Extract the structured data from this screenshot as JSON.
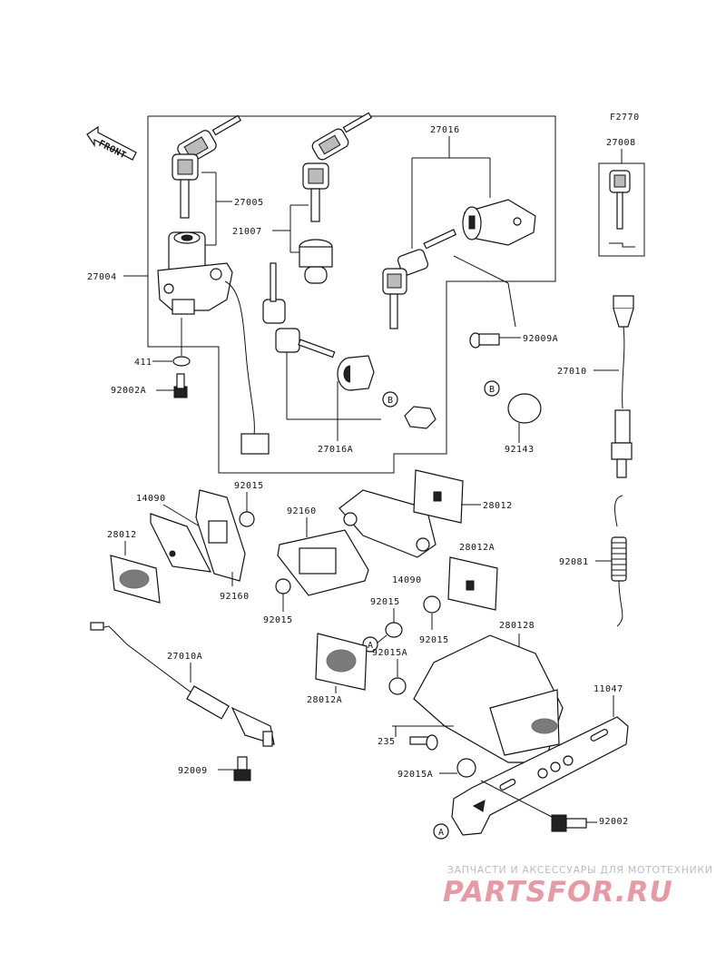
{
  "figure_code": "F2770",
  "front_label": "FRONT",
  "labels": {
    "p27016_top": "27016",
    "p27008": "27008",
    "p27005": "27005",
    "p21007": "21007",
    "p27004": "27004",
    "p411": "411",
    "p92002A": "92002A",
    "p92009A": "92009A",
    "p27010": "27010",
    "p92143": "92143",
    "p27016A": "27016A",
    "p92015_a": "92015",
    "p14090_left": "14090",
    "p92160_top": "92160",
    "p28012_right": "28012",
    "p28012_left": "28012",
    "p92160_left": "92160",
    "p14090_mid": "14090",
    "p28012A_right": "28012A",
    "p92081": "92081",
    "p92015_b": "92015",
    "p92015_c": "92015",
    "p92015_d": "92015",
    "p92015A_a": "92015A",
    "p280128": "280128",
    "p11047": "11047",
    "p27010A": "27010A",
    "p28012A_left": "28012A",
    "p235": "235",
    "p92009": "92009",
    "p92015A_b": "92015A",
    "p92002": "92002"
  },
  "markers": {
    "a1": "A",
    "a2": "A",
    "b1": "B",
    "b2": "B"
  },
  "watermark": {
    "caption": "ЗАПЧАСТИ И АКСЕССУАРЫ ДЛЯ МОТОТЕХНИКИ",
    "logo": "PARTSFOR.RU"
  }
}
